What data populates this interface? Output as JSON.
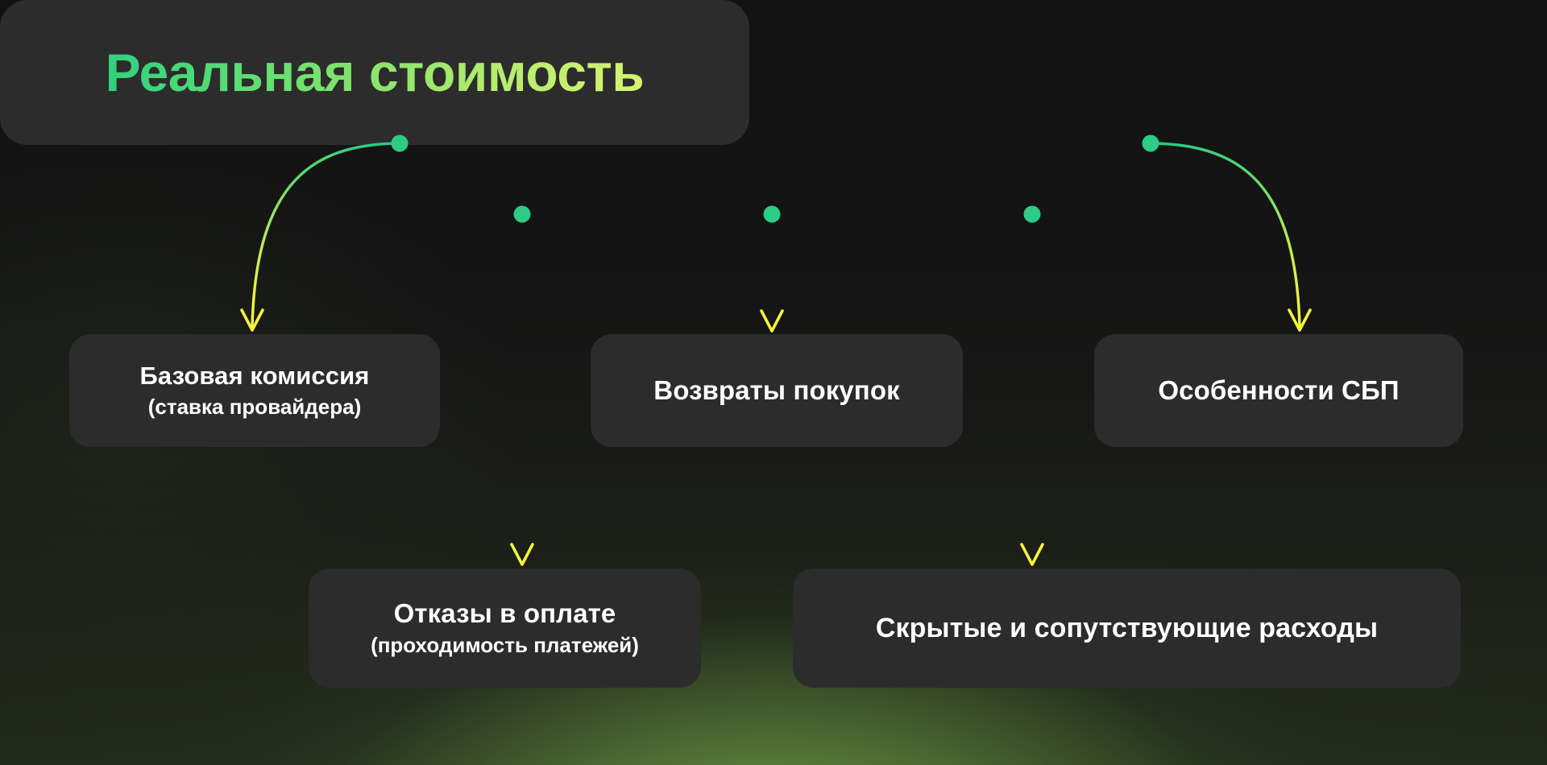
{
  "diagram": {
    "title": "Реальная стоимость",
    "root": {
      "label": "Реальная стоимость",
      "gradient_from": "#2fd07f",
      "gradient_to": "#d7f36f"
    },
    "theme": {
      "background": "#141414",
      "card_background": "#2c2c2c",
      "text_color": "#ffffff",
      "connector_start": "#2ecb86",
      "connector_end": "#f2f23a",
      "glow_color": "#96cd5a"
    },
    "nodes": [
      {
        "id": "base-commission",
        "line1": "Базовая комиссия",
        "line2": "(ставка провайдера)"
      },
      {
        "id": "payment-declines",
        "line1": "Отказы в оплате",
        "line2": "(проходимость платежей)"
      },
      {
        "id": "purchase-refunds",
        "line1": "Возвраты покупок",
        "line2": ""
      },
      {
        "id": "hidden-costs",
        "line1": "Скрытые и сопутствующие расходы",
        "line2": ""
      },
      {
        "id": "sbp-specifics",
        "line1": "Особенности СБП",
        "line2": ""
      }
    ],
    "connectors": [
      {
        "id": "root-to-base-commission",
        "type": "curve-left"
      },
      {
        "id": "root-to-payment-declines",
        "type": "straight"
      },
      {
        "id": "root-to-purchase-refunds",
        "type": "straight"
      },
      {
        "id": "root-to-hidden-costs",
        "type": "straight"
      },
      {
        "id": "root-to-sbp-specifics",
        "type": "curve-right"
      }
    ]
  }
}
